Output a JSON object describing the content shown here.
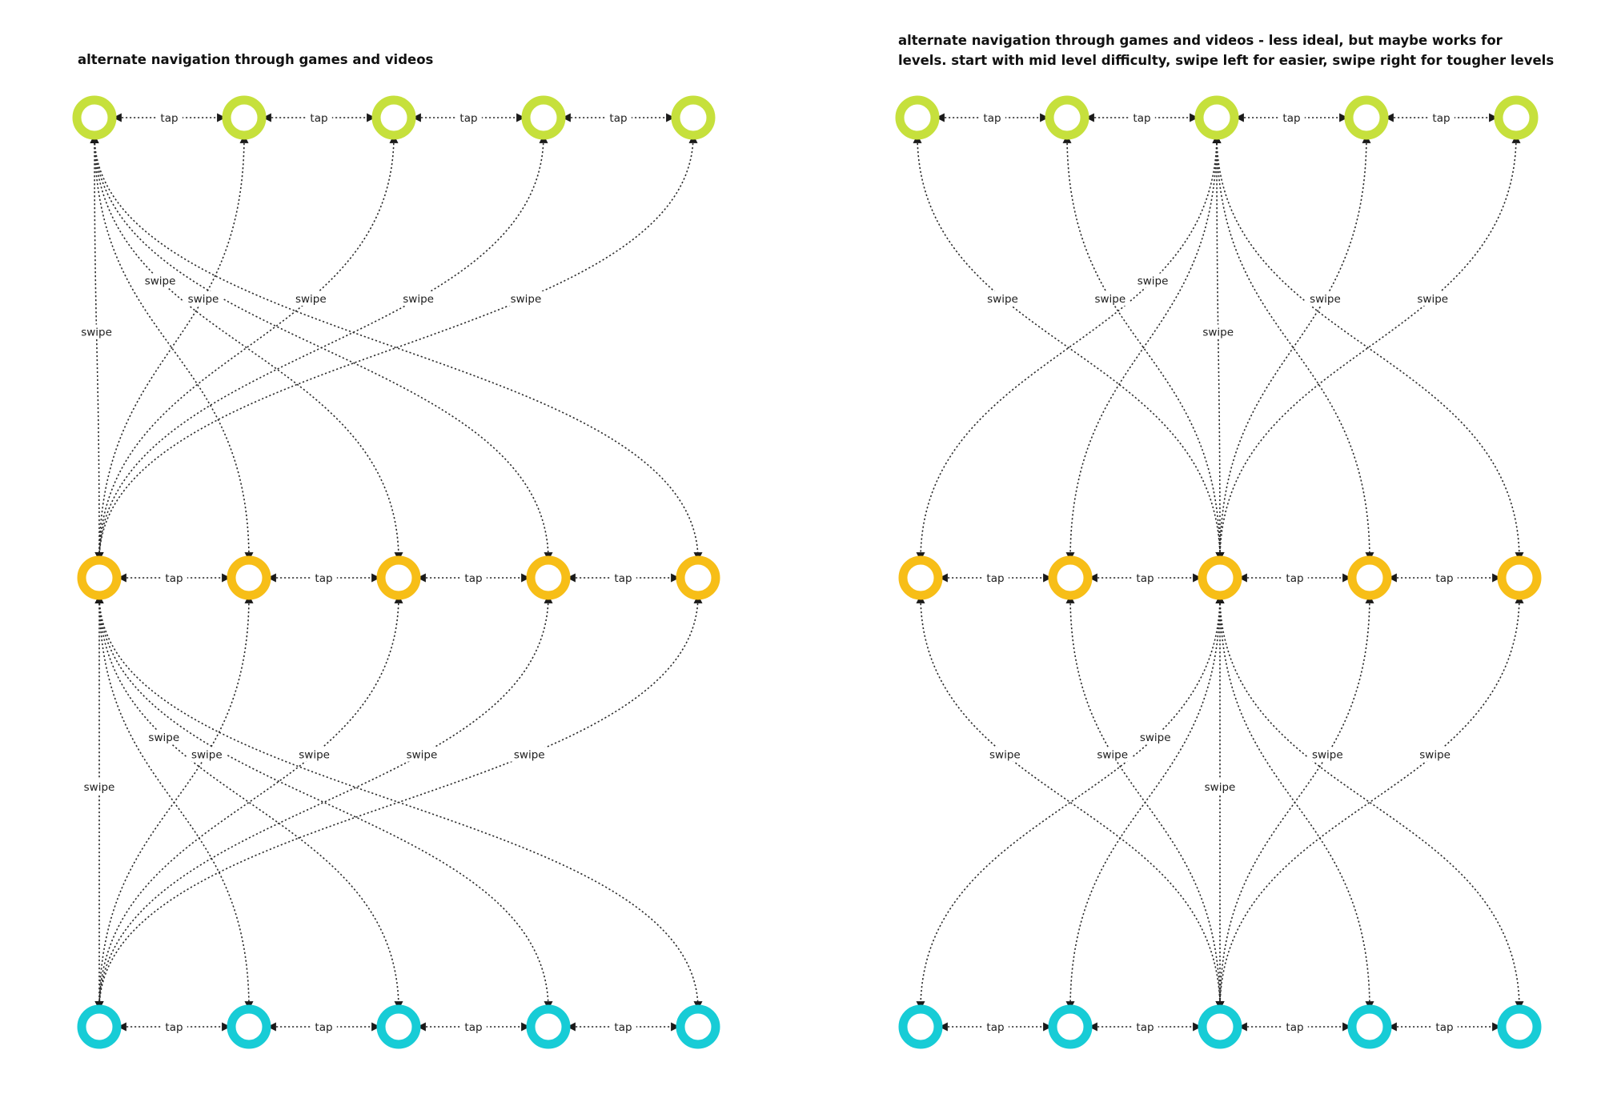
{
  "diagrams": [
    {
      "id": "left",
      "title": "alternate navigation through games and videos",
      "rows": [
        {
          "color": "#c6e03c",
          "count": 5
        },
        {
          "color": "#f7be17",
          "count": 5
        },
        {
          "color": "#17ccd6",
          "count": 5
        }
      ],
      "tap_label": "tap",
      "swipe_label": "swipe",
      "swipe_pattern": "first-to-all"
    },
    {
      "id": "right",
      "title": "alternate navigation through games and videos - less ideal, but maybe works for levels. start with mid level difficulty, swipe left for easier, swipe right for tougher levels",
      "rows": [
        {
          "color": "#c6e03c",
          "count": 5
        },
        {
          "color": "#f7be17",
          "count": 5
        },
        {
          "color": "#17ccd6",
          "count": 5
        }
      ],
      "tap_label": "tap",
      "swipe_label": "swipe",
      "swipe_pattern": "middle-to-all"
    }
  ]
}
